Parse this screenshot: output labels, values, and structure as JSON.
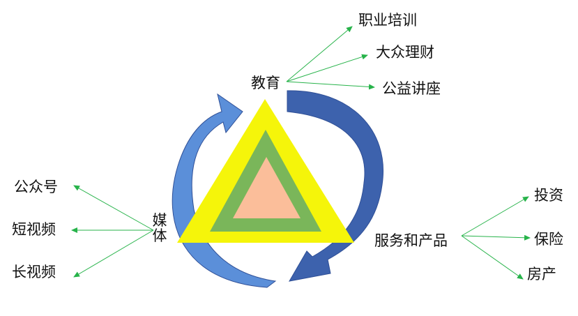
{
  "colors": {
    "arrow_light": "#5b8fd9",
    "arrow_dark": "#2f4f96",
    "triangle_outer": "#f5f50a",
    "triangle_middle": "#7ab65a",
    "triangle_inner": "#fbbe9a",
    "connector": "#27b34a"
  },
  "hubs": {
    "education": "教育",
    "media": {
      "chars": [
        "媒",
        "体"
      ]
    },
    "services": "服务和产品"
  },
  "education_items": [
    "职业培训",
    "大众理财",
    "公益讲座"
  ],
  "media_items": [
    "公众号",
    "短视频",
    "长视频"
  ],
  "services_items": [
    "投资",
    "保险",
    "房产"
  ]
}
